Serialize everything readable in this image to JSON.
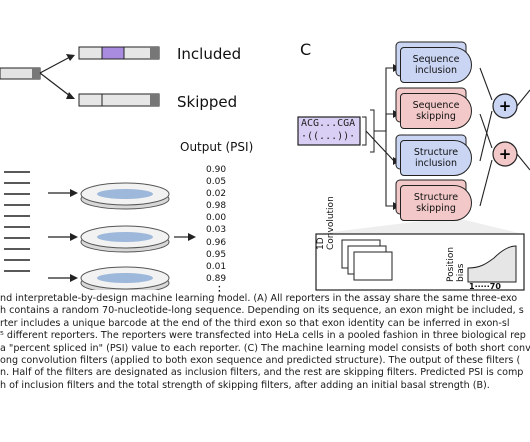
{
  "panel_a": {
    "included_label": "Included",
    "skipped_label": "Skipped",
    "output_label": "Output (PSI)",
    "psi_values": [
      "0.90",
      "0.05",
      "0.02",
      "0.98",
      "0.00",
      "0.03",
      "0.96",
      "0.95",
      "0.01",
      "0.89"
    ],
    "more": "⋮"
  },
  "panel_c": {
    "letter": "C",
    "sequence": "ACG...CGA",
    "structure": "·((...))·",
    "filters": {
      "seq_incl": [
        "Sequence",
        "inclusion"
      ],
      "seq_skip": [
        "Sequence",
        "skipping"
      ],
      "str_incl": [
        "Structure",
        "inclusion"
      ],
      "str_skip": [
        "Structure",
        "skipping"
      ]
    },
    "inset": {
      "conv_label_1": "1D",
      "conv_label_2": "Convolution",
      "pos_label_1": "Position",
      "pos_label_2": "bias",
      "axis": "1·····70"
    },
    "colors": {
      "inclusion": "#c9d5f3",
      "skipping": "#f2c8c8",
      "exon_highlight": "#a98be0",
      "input_box": "#d9cff5"
    }
  },
  "caption_lines": [
    "nd interpretable-by-design machine learning model. (A) All reporters in the assay share the same three-exo",
    "h contains a random 70-nucleotide-long sequence. Depending on its sequence, an exon might be included, s",
    "rter includes a unique barcode at the end of the third exon so that exon identity can be inferred in exon-sl",
    "⁵ different reporters. The reporters were transfected into HeLa cells in a pooled fashion in three biological rep",
    " a \"percent spliced in\" (PSI) value to each reporter. (C) The machine learning model consists of both short conv",
    "ong convolution filters (applied to both exon sequence and predicted structure). The output of these filters (",
    "n. Half of the filters are designated as inclusion filters, and the rest are skipping filters. Predicted PSI is comp",
    "h of inclusion filters and the total strength of skipping filters, after adding an initial basal strength (B)."
  ]
}
